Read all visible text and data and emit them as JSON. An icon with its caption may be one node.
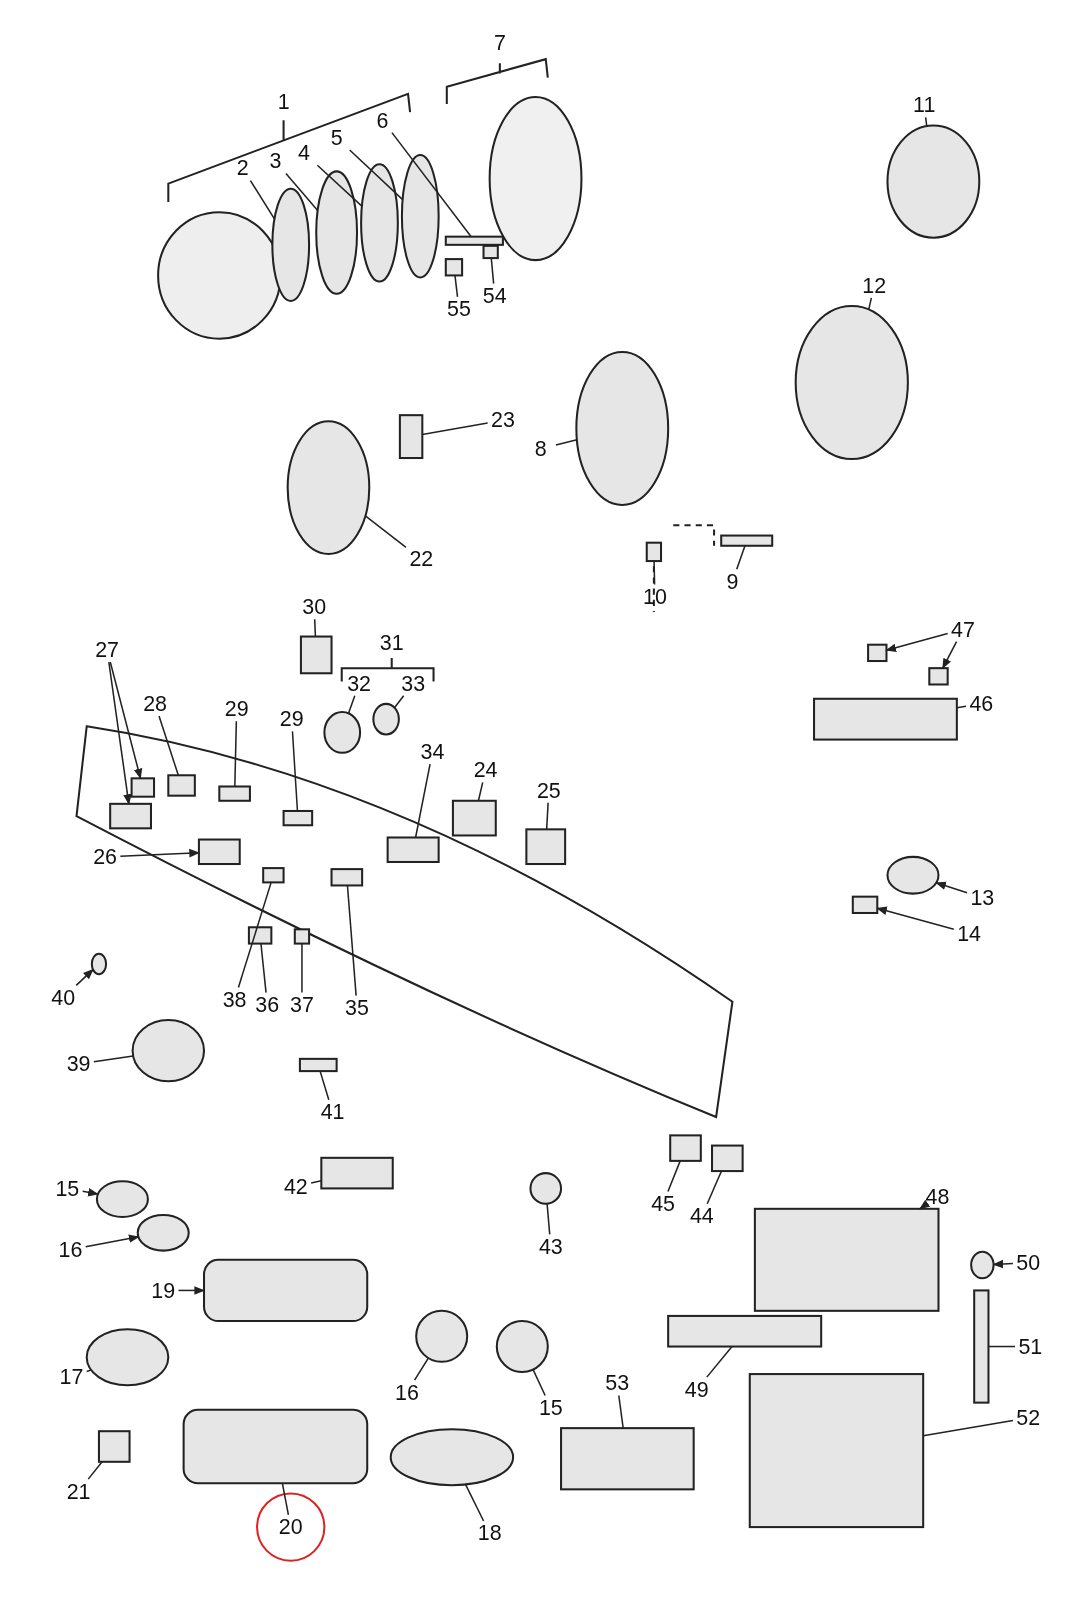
{
  "diagram": {
    "nodes": [
      {
        "text": [
          "2"
        ]
      },
      {
        "text": [],
        "shape": "circle"
      },
      {
        "text": [
          "3"
        ]
      },
      {
        "text": [],
        "shape": "circle"
      },
      {
        "text": [
          "4"
        ]
      },
      {
        "text": [],
        "shape": "circle"
      },
      {
        "text": [
          "5"
        ]
      },
      {
        "text": [],
        "shape": "circle"
      },
      {
        "text": [
          "6"
        ]
      },
      {
        "text": [],
        "shape": "box"
      },
      {
        "text": [
          "55"
        ]
      },
      {
        "text": [],
        "shape": "box"
      },
      {
        "text": [
          "54"
        ]
      },
      {
        "text": [],
        "shape": "box"
      },
      {
        "text": [
          "11"
        ]
      },
      {
        "text": [],
        "shape": "circle"
      },
      {
        "text": [
          "8"
        ]
      },
      {
        "text": [],
        "shape": "circle"
      },
      {
        "text": [
          "23"
        ]
      },
      {
        "text": [],
        "shape": "box"
      },
      {
        "text": [
          "12"
        ]
      },
      {
        "text": [],
        "shape": "circle"
      },
      {
        "text": [
          "22"
        ]
      },
      {
        "text": [],
        "shape": "circle"
      },
      {
        "text": [
          "10"
        ]
      },
      {
        "text": [],
        "shape": "box"
      },
      {
        "text": [
          "9"
        ]
      },
      {
        "text": [],
        "shape": "box"
      },
      {
        "text": [
          "30"
        ]
      },
      {
        "text": [],
        "shape": "box"
      },
      {
        "text": [
          "32"
        ]
      },
      {
        "text": [],
        "shape": "circle"
      },
      {
        "text": [
          "33"
        ]
      },
      {
        "text": [],
        "shape": "circle"
      },
      {
        "text": [
          "27"
        ]
      },
      {
        "text": [],
        "shape": "box"
      },
      {
        "text": [],
        "shape": "box"
      },
      {
        "text": [
          "28"
        ]
      },
      {
        "text": [],
        "shape": "box"
      },
      {
        "text": [
          "29"
        ]
      },
      {
        "text": [],
        "shape": "box"
      },
      {
        "text": [
          "29"
        ]
      },
      {
        "text": [],
        "shape": "box"
      },
      {
        "text": [
          "34"
        ]
      },
      {
        "text": [],
        "shape": "box"
      },
      {
        "text": [
          "24"
        ]
      },
      {
        "text": [],
        "shape": "box"
      },
      {
        "text": [
          "25"
        ]
      },
      {
        "text": [],
        "shape": "box"
      },
      {
        "text": [
          "26"
        ]
      },
      {
        "text": [],
        "shape": "box"
      },
      {
        "text": [
          "38"
        ]
      },
      {
        "text": [],
        "shape": "box"
      },
      {
        "text": [
          "36"
        ]
      },
      {
        "text": [],
        "shape": "box"
      },
      {
        "text": [
          "37"
        ]
      },
      {
        "text": [],
        "shape": "box"
      },
      {
        "text": [
          "35"
        ]
      },
      {
        "text": [],
        "shape": "box"
      },
      {
        "text": [
          "47"
        ]
      },
      {
        "text": [],
        "shape": "box"
      },
      {
        "text": [],
        "shape": "box"
      },
      {
        "text": [
          "46"
        ]
      },
      {
        "text": [],
        "shape": "box"
      },
      {
        "text": [
          "13"
        ]
      },
      {
        "text": [],
        "shape": "circle"
      },
      {
        "text": [
          "14"
        ]
      },
      {
        "text": [],
        "shape": "box"
      },
      {
        "text": [
          "40"
        ]
      },
      {
        "text": [],
        "shape": "circle"
      },
      {
        "text": [
          "39"
        ]
      },
      {
        "text": [],
        "shape": "circle"
      },
      {
        "text": [
          "41"
        ]
      },
      {
        "text": [],
        "shape": "box"
      },
      {
        "text": [
          "42"
        ]
      },
      {
        "text": [],
        "shape": "box"
      },
      {
        "text": [
          "43"
        ]
      },
      {
        "text": [],
        "shape": "circle"
      },
      {
        "text": [
          "45"
        ]
      },
      {
        "text": [],
        "shape": "box"
      },
      {
        "text": [
          "44"
        ]
      },
      {
        "text": [],
        "shape": "box"
      },
      {
        "text": [
          "48"
        ]
      },
      {
        "text": [],
        "shape": "box"
      },
      {
        "text": [
          "50"
        ]
      },
      {
        "text": [],
        "shape": "circle"
      },
      {
        "text": [
          "51"
        ]
      },
      {
        "text": [],
        "shape": "box"
      },
      {
        "text": [
          "52"
        ]
      },
      {
        "text": [],
        "shape": "box"
      },
      {
        "text": [
          "15"
        ]
      },
      {
        "text": [],
        "shape": "circle"
      },
      {
        "text": [
          "16"
        ]
      },
      {
        "text": [],
        "shape": "circle"
      },
      {
        "text": [
          "19"
        ]
      },
      {
        "text": [],
        "shape": "box"
      },
      {
        "text": [
          "17"
        ]
      },
      {
        "text": [],
        "shape": "circle"
      },
      {
        "text": [
          "21"
        ]
      },
      {
        "text": [],
        "shape": "box"
      },
      {
        "text": [
          "20"
        ]
      },
      {
        "text": [],
        "shape": "box"
      },
      {
        "text": [
          "16"
        ]
      },
      {
        "text": [],
        "shape": "circle"
      },
      {
        "text": [
          "15"
        ]
      },
      {
        "text": [],
        "shape": "circle"
      },
      {
        "text": [
          "53"
        ]
      },
      {
        "text": [],
        "shape": "box"
      },
      {
        "text": [
          "49"
        ]
      },
      {
        "text": [],
        "shape": "box"
      },
      {
        "text": [
          "18"
        ]
      },
      {
        "text": [],
        "shape": "circle"
      }
    ],
    "edges": [
      {
        "from": 0,
        "to": 1,
        "arrow": "none"
      },
      {
        "from": 2,
        "to": 3,
        "arrow": "none"
      },
      {
        "from": 4,
        "to": 5,
        "arrow": "none"
      },
      {
        "from": 6,
        "to": 7,
        "arrow": "none"
      },
      {
        "from": 8,
        "to": 9,
        "arrow": "none"
      },
      {
        "from": 10,
        "to": 11,
        "arrow": "none"
      },
      {
        "from": 12,
        "to": 13,
        "arrow": "none"
      },
      {
        "from": 14,
        "to": 15,
        "arrow": "none"
      },
      {
        "from": 16,
        "to": 17,
        "arrow": "none"
      },
      {
        "from": 18,
        "to": 19,
        "arrow": "none"
      },
      {
        "from": 20,
        "to": 21,
        "arrow": "none"
      },
      {
        "from": 22,
        "to": 23,
        "arrow": "none"
      },
      {
        "from": 24,
        "to": 25,
        "arrow": "none"
      },
      {
        "from": 26,
        "to": 27,
        "arrow": "none"
      },
      {
        "from": 28,
        "to": 29,
        "arrow": "none"
      },
      {
        "from": 30,
        "to": 31,
        "arrow": "none"
      },
      {
        "from": 32,
        "to": 33,
        "arrow": "none"
      },
      {
        "from": 34,
        "to": 35,
        "arrow": "to"
      },
      {
        "from": 34,
        "to": 36,
        "arrow": "to"
      },
      {
        "from": 37,
        "to": 38,
        "arrow": "none"
      },
      {
        "from": 39,
        "to": 40,
        "arrow": "none"
      },
      {
        "from": 41,
        "to": 42,
        "arrow": "none"
      },
      {
        "from": 43,
        "to": 44,
        "arrow": "none"
      },
      {
        "from": 45,
        "to": 46,
        "arrow": "none"
      },
      {
        "from": 47,
        "to": 48,
        "arrow": "none"
      },
      {
        "from": 49,
        "to": 50,
        "arrow": "to"
      },
      {
        "from": 51,
        "to": 52,
        "arrow": "none"
      },
      {
        "from": 53,
        "to": 54,
        "arrow": "none"
      },
      {
        "from": 55,
        "to": 56,
        "arrow": "none"
      },
      {
        "from": 57,
        "to": 58,
        "arrow": "none"
      },
      {
        "from": 59,
        "to": 60,
        "arrow": "to"
      },
      {
        "from": 59,
        "to": 61,
        "arrow": "to"
      },
      {
        "from": 62,
        "to": 63,
        "arrow": "none"
      },
      {
        "from": 64,
        "to": 65,
        "arrow": "to"
      },
      {
        "from": 66,
        "to": 67,
        "arrow": "to"
      },
      {
        "from": 68,
        "to": 69,
        "arrow": "to"
      },
      {
        "from": 70,
        "to": 71,
        "arrow": "none"
      },
      {
        "from": 72,
        "to": 73,
        "arrow": "none"
      },
      {
        "from": 74,
        "to": 75,
        "arrow": "none"
      },
      {
        "from": 76,
        "to": 77,
        "arrow": "none"
      },
      {
        "from": 78,
        "to": 79,
        "arrow": "none"
      },
      {
        "from": 80,
        "to": 81,
        "arrow": "none"
      },
      {
        "from": 82,
        "to": 83,
        "arrow": "to"
      },
      {
        "from": 84,
        "to": 85,
        "arrow": "to"
      },
      {
        "from": 86,
        "to": 87,
        "arrow": "none"
      },
      {
        "from": 88,
        "to": 89,
        "arrow": "none"
      },
      {
        "from": 90,
        "to": 91,
        "arrow": "to"
      },
      {
        "from": 92,
        "to": 93,
        "arrow": "to"
      },
      {
        "from": 94,
        "to": 95,
        "arrow": "to"
      },
      {
        "from": 96,
        "to": 97,
        "arrow": "none"
      },
      {
        "from": 98,
        "to": 99,
        "arrow": "none"
      },
      {
        "from": 100,
        "to": 101,
        "arrow": "none"
      },
      {
        "from": 102,
        "to": 103,
        "arrow": "none"
      },
      {
        "from": 104,
        "to": 105,
        "arrow": "none"
      },
      {
        "from": 106,
        "to": 107,
        "arrow": "none"
      },
      {
        "from": 108,
        "to": 109,
        "arrow": "none"
      },
      {
        "from": 110,
        "to": 111,
        "arrow": "none"
      }
    ],
    "labels": [
      "1",
      "7",
      "31"
    ]
  }
}
